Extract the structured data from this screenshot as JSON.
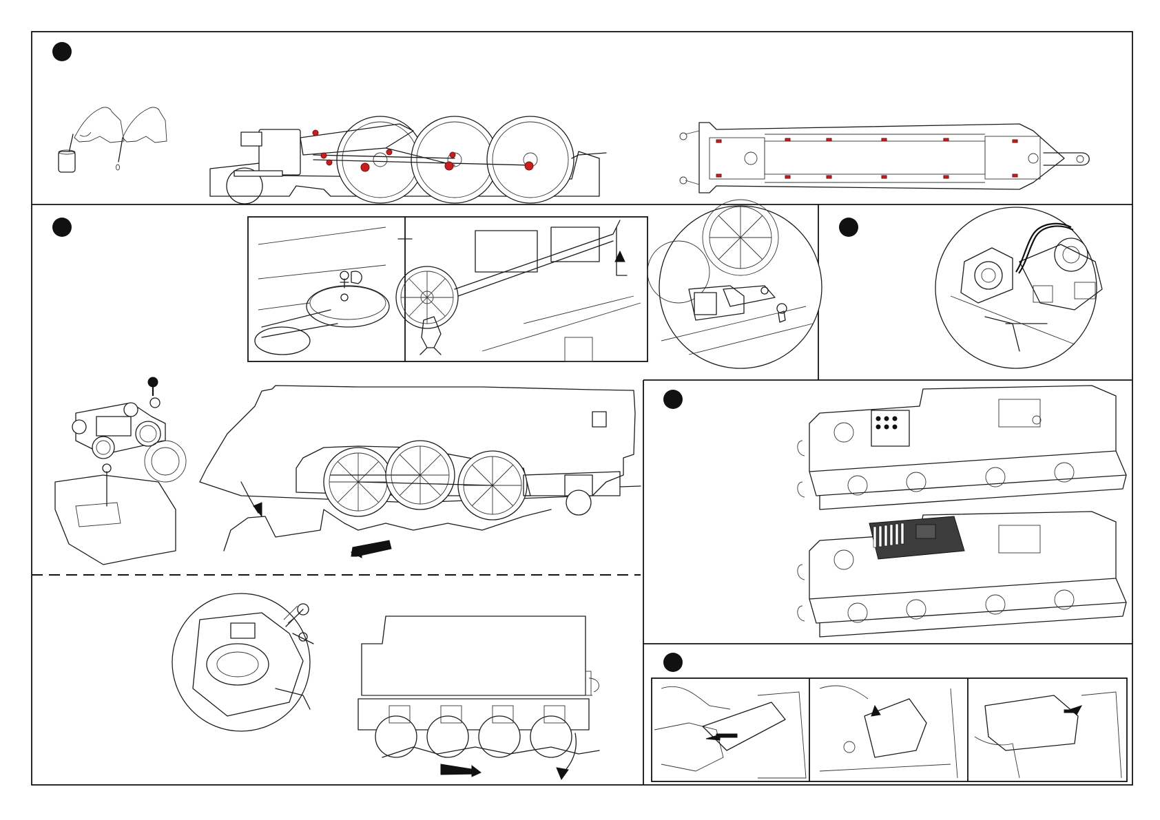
{
  "colors": {
    "ink": "#1a1a1a",
    "oil_point": "#c81e1e",
    "background": "#ffffff"
  },
  "steps": [
    {
      "id": 1,
      "marker": "filled-circle",
      "content": "lubrication-points"
    },
    {
      "id": 2,
      "marker": "filled-circle",
      "content": "body-removal"
    },
    {
      "id": 3,
      "marker": "filled-circle",
      "content": "tender-wiring"
    },
    {
      "id": 4,
      "marker": "filled-circle",
      "content": "decoder-socket"
    },
    {
      "id": 5,
      "marker": "filled-circle",
      "content": "sound-chip-fitting"
    }
  ],
  "icons": [
    "hand-oiler-icon",
    "oil-drop-icon",
    "screw-icon",
    "arrow-icon",
    "decoder-chip-icon"
  ]
}
